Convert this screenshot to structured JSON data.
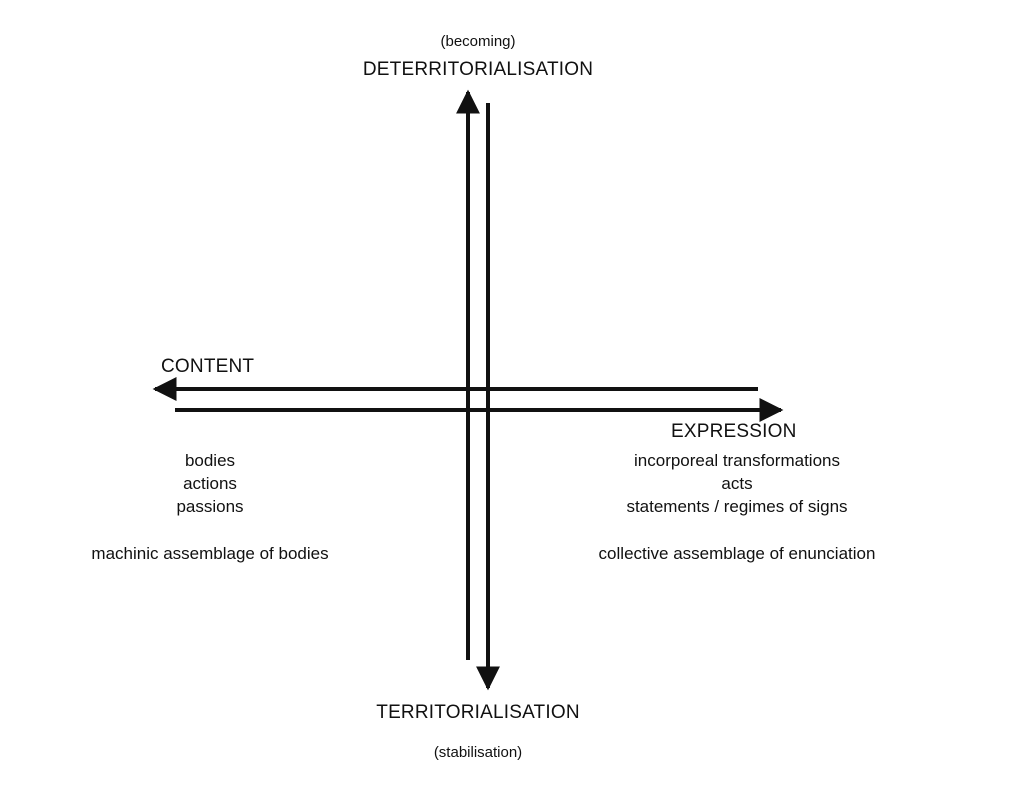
{
  "vertical_axis": {
    "top_sub": "(becoming)",
    "top_label": "DETERRITORIALISATION",
    "bottom_label": "TERRITORIALISATION",
    "bottom_sub": "(stabilisation)"
  },
  "horizontal_axis": {
    "left_label": "CONTENT",
    "right_label": "EXPRESSION"
  },
  "content_items": {
    "item_1": "bodies",
    "item_2": "actions",
    "item_3": "passions",
    "assemblage": "machinic assemblage of bodies"
  },
  "expression_items": {
    "item_1": "incorporeal transformations",
    "item_2": "acts",
    "item_3": "statements / regimes of signs",
    "assemblage": "collective assemblage of enunciation"
  },
  "colors": {
    "ink": "#111111",
    "background": "#ffffff"
  }
}
